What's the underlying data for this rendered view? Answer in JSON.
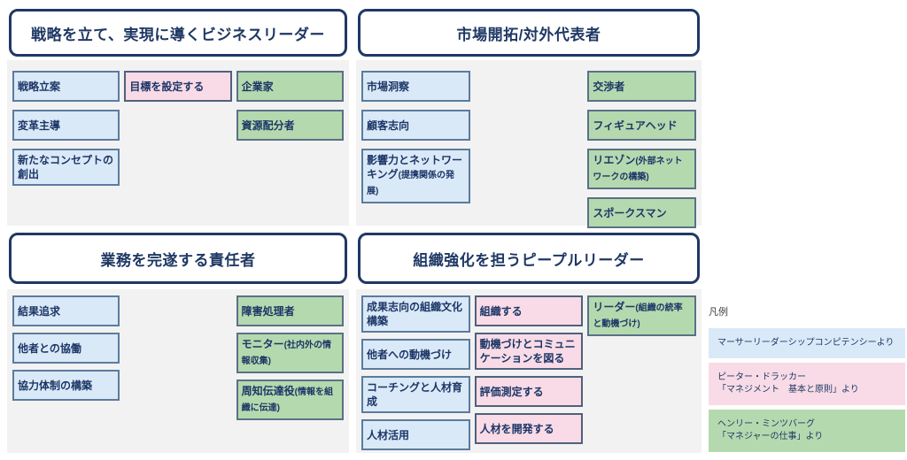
{
  "colors": {
    "navy": "#1F3864",
    "panel_bg": "#F2F2F3",
    "blue_fill": "#DAE9F7",
    "blue_border": "#5B7B9E",
    "pink_fill": "#F8DBE6",
    "pink_border": "#50617B",
    "green_fill": "#B5D9AE",
    "green_border": "#5A7186"
  },
  "quadrants": [
    {
      "title": "戦略を立て、実現に導くビジネスリーダー",
      "columns": [
        [
          {
            "text": "戦略立案",
            "color": "blue"
          },
          {
            "text": "変革主導",
            "color": "blue"
          },
          {
            "text": "新たなコンセプトの創出",
            "color": "blue"
          }
        ],
        [
          {
            "text": "目標を設定する",
            "color": "pink"
          }
        ],
        [
          {
            "text": "企業家",
            "color": "green"
          },
          {
            "text": "資源配分者",
            "color": "green"
          }
        ]
      ]
    },
    {
      "title": "市場開拓/対外代表者",
      "columns": [
        [
          {
            "text": "市場洞察",
            "color": "blue"
          },
          {
            "text": "顧客志向",
            "color": "blue"
          },
          {
            "text": "影響力とネットワーキング(提携関係の発展)",
            "color": "blue"
          }
        ],
        [],
        [
          {
            "text": "交渉者",
            "color": "green"
          },
          {
            "text": "フィギュアヘッド",
            "color": "green"
          },
          {
            "text": "リエゾン(外部ネットワークの構築)",
            "color": "green"
          },
          {
            "text": "スポークスマン",
            "color": "green"
          }
        ]
      ]
    },
    {
      "title": "業務を完遂する責任者",
      "columns": [
        [
          {
            "text": "結果追求",
            "color": "blue"
          },
          {
            "text": "他者との協働",
            "color": "blue"
          },
          {
            "text": "協力体制の構築",
            "color": "blue"
          }
        ],
        [],
        [
          {
            "text": "障害処理者",
            "color": "green"
          },
          {
            "text": "モニター(社内外の情報収集)",
            "color": "green"
          },
          {
            "text": "周知伝達役(情報を組織に伝達)",
            "color": "green"
          }
        ]
      ]
    },
    {
      "title": "組織強化を担うピープルリーダー",
      "columns": [
        [
          {
            "text": "成果志向の組織文化構築",
            "color": "blue"
          },
          {
            "text": "他者への動機づけ",
            "color": "blue"
          },
          {
            "text": "コーチングと人材育成",
            "color": "blue"
          },
          {
            "text": "人材活用",
            "color": "blue"
          }
        ],
        [
          {
            "text": "組織する",
            "color": "pink"
          },
          {
            "text": "動機づけとコミュニケーションを図る",
            "color": "pink"
          },
          {
            "text": "評価測定する",
            "color": "pink"
          },
          {
            "text": "人材を開発する",
            "color": "pink"
          }
        ],
        [
          {
            "text": "リーダー(組織の統率と動機づけ)",
            "color": "green"
          }
        ]
      ]
    }
  ],
  "legend": {
    "title": "凡例",
    "items": [
      {
        "text": "マーサーリーダーシップコンピテンシーより",
        "color": "blue"
      },
      {
        "text": "ピーター・ドラッカー\n「マネジメント　基本と原則」より",
        "color": "pink"
      },
      {
        "text": "ヘンリー・ミンツバーグ\n「マネジャーの仕事」より",
        "color": "green"
      }
    ]
  }
}
